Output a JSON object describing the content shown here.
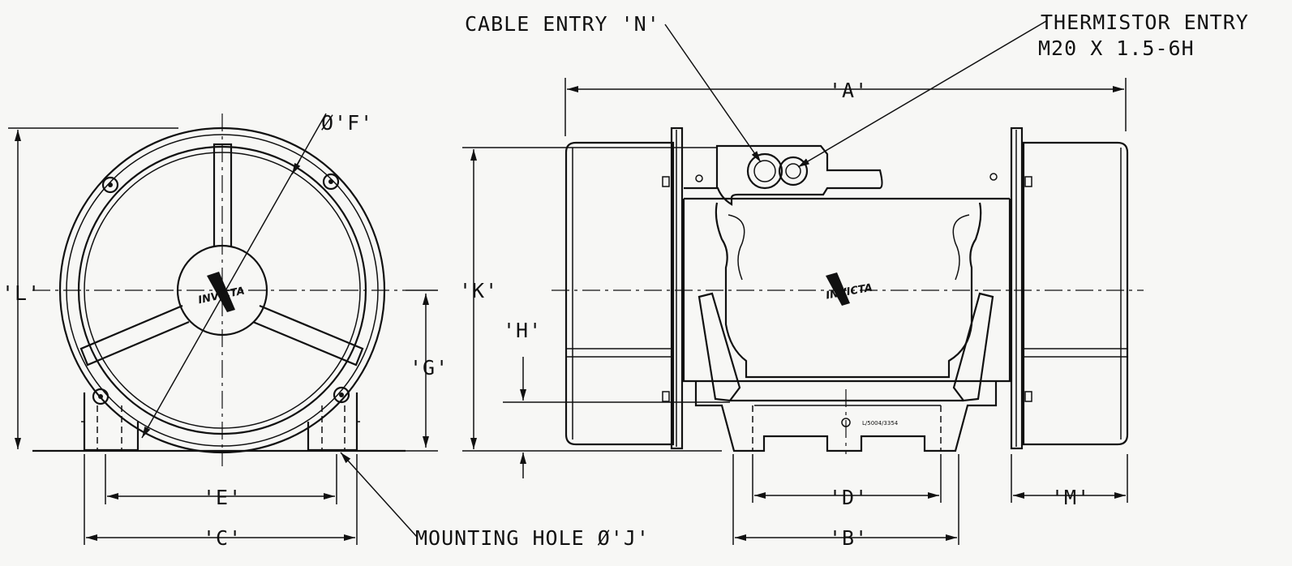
{
  "labels": {
    "cable_entry": "CABLE ENTRY 'N'",
    "thermistor_entry_1": "THERMISTOR ENTRY",
    "thermistor_entry_2": "M20 X 1.5-6H",
    "dim_a": "'A'",
    "dim_b": "'B'",
    "dim_c": "'C'",
    "dim_d": "'D'",
    "dim_e": "'E'",
    "dim_f": "Ø'F'",
    "dim_g": "'G'",
    "dim_h": "'H'",
    "dim_k": "'K'",
    "dim_l": "'L'",
    "dim_m": "'M'",
    "mounting_hole": "MOUNTING HOLE Ø'J'"
  },
  "branding": {
    "logo_text": "INVICTA",
    "part_number": "L/5004/3354"
  },
  "colors": {
    "line": "#111111",
    "paper": "#f7f7f5"
  }
}
